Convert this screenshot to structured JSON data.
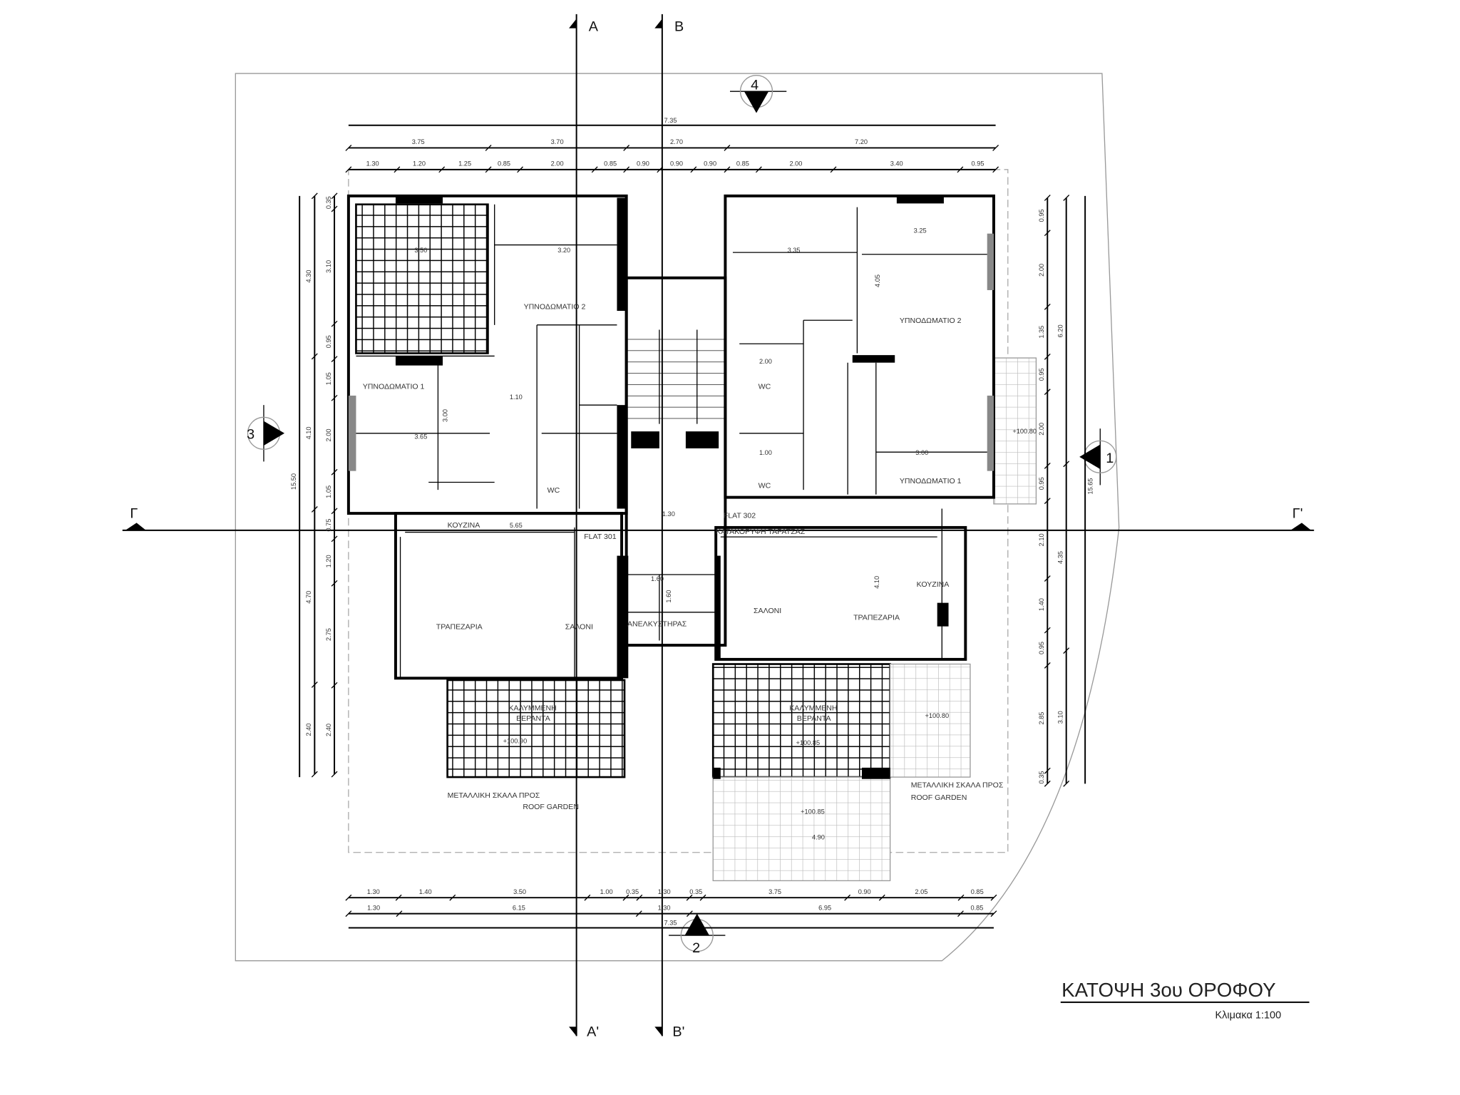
{
  "title": "ΚΑΤΟΨΗ 3ου ΟΡΟΦΟΥ",
  "scale": "Κλιμακα 1:100",
  "section_labels": {
    "a": "A",
    "b": "B",
    "a2": "A'",
    "b2": "B'",
    "g": "Γ",
    "g2": "Γ'"
  },
  "elevation_markers": {
    "e1": "1",
    "e2": "2",
    "e3": "3",
    "e4": "4"
  },
  "dimensions": {
    "top_total": "7.35",
    "top_row2": [
      "3.75",
      "3.70",
      "2.70",
      "7.20"
    ],
    "top_row3": [
      "1.30",
      "1.20",
      "1.25",
      "0.85",
      "2.00",
      "0.85",
      "0.90",
      "0.90",
      "0.90",
      "0.85",
      "2.00",
      "3.40",
      "0.95"
    ],
    "bottom_row1": [
      "1.30",
      "1.40",
      "3.50",
      "1.00",
      "0.35",
      "1.30",
      "0.35",
      "3.75",
      "0.90",
      "2.05",
      "0.85"
    ],
    "bottom_row2": [
      "1.30",
      "6.15",
      "1.30",
      "6.95",
      "0.85"
    ],
    "bottom_total": "7.35",
    "left_total": "15.50",
    "left_mid": [
      "4.30",
      "4.10",
      "4.70",
      "2.40"
    ],
    "left_inner": [
      "0.35",
      "3.10",
      "0.95",
      "1.05",
      "2.00",
      "1.05",
      "0.75",
      "1.20",
      "2.75",
      "2.40"
    ],
    "right_total": "15.65",
    "right_mid": [
      "6.20",
      "4.35",
      "3.10"
    ],
    "right_inner": [
      "0.95",
      "2.00",
      "1.35",
      "0.95",
      "2.00",
      "0.95",
      "2.10",
      "1.40",
      "0.95",
      "2.85",
      "0.35"
    ]
  },
  "flat_301": {
    "flat": "FLAT 301",
    "bedroom2": "ΥΠΝΟΔΩΜΑΤΙΟ 2",
    "bedroom2_dim": "3.20",
    "bedroom1": "ΥΠΝΟΔΩΜΑΤΙΟ 1",
    "bedroom1_w": "3.65",
    "bedroom1_h": "3.00",
    "terrace_dim": "3.50",
    "corridor": "1.10",
    "wc": "WC",
    "kitchen": "ΚΟΥΖΙΝΑ",
    "kitchen_dim": "5.65",
    "dining": "ΤΡΑΠΕΖΑΡΙΑ",
    "living": "ΣΑΛΟΝΙ",
    "veranda1": "ΚΑΛΥΜΜΕΝΗ",
    "veranda2": "ΒΕΡΑΝΤΑ",
    "veranda_level": "+100.90",
    "stair1": "ΜΕΤΑΛΛΙΚΗ ΣΚΑΛΑ ΠΡΟΣ",
    "stair2": "ROOF GARDEN"
  },
  "core": {
    "elevator": "ΑΝΕΛΚΥΣΤΗΡΑΣ",
    "d1": "1.30",
    "d2": "1.60",
    "d3": "1.60"
  },
  "flat_302": {
    "flat": "FLAT 302",
    "note": "ΚΑΤΑΚΟΡΥΦΗ ΤΑΡΑΤΣΑΣ",
    "bedroom2": "ΥΠΝΟΔΩΜΑΤΙΟ 2",
    "bedroom2_dim": "3.25",
    "bedroom2_h": "4.05",
    "room_dim": "3.35",
    "bedroom1": "ΥΠΝΟΔΩΜΑΤΙΟ 1",
    "bedroom1_w": "3.00",
    "wc": "WC",
    "wc1_dim": "2.00",
    "wc2_dim": "1.00",
    "living": "ΣΑΛΟΝΙ",
    "dining": "ΤΡΑΠΕΖΑΡΙΑ",
    "kitchen": "ΚΟΥΖΙΝΑ",
    "living_h": "4.10",
    "veranda1": "ΚΑΛΥΜΜΕΝΗ",
    "veranda2": "ΒΕΡΑΝΤΑ",
    "veranda_level": "+100.85",
    "side_level": "+100.80",
    "garden_level": "+100.85",
    "garden_dim": "4.90",
    "balcony_level": "+100.80",
    "stair1": "ΜΕΤΑΛΛΙΚΗ ΣΚΑΛΑ ΠΡΟΣ",
    "stair2": "ROOF GARDEN"
  }
}
